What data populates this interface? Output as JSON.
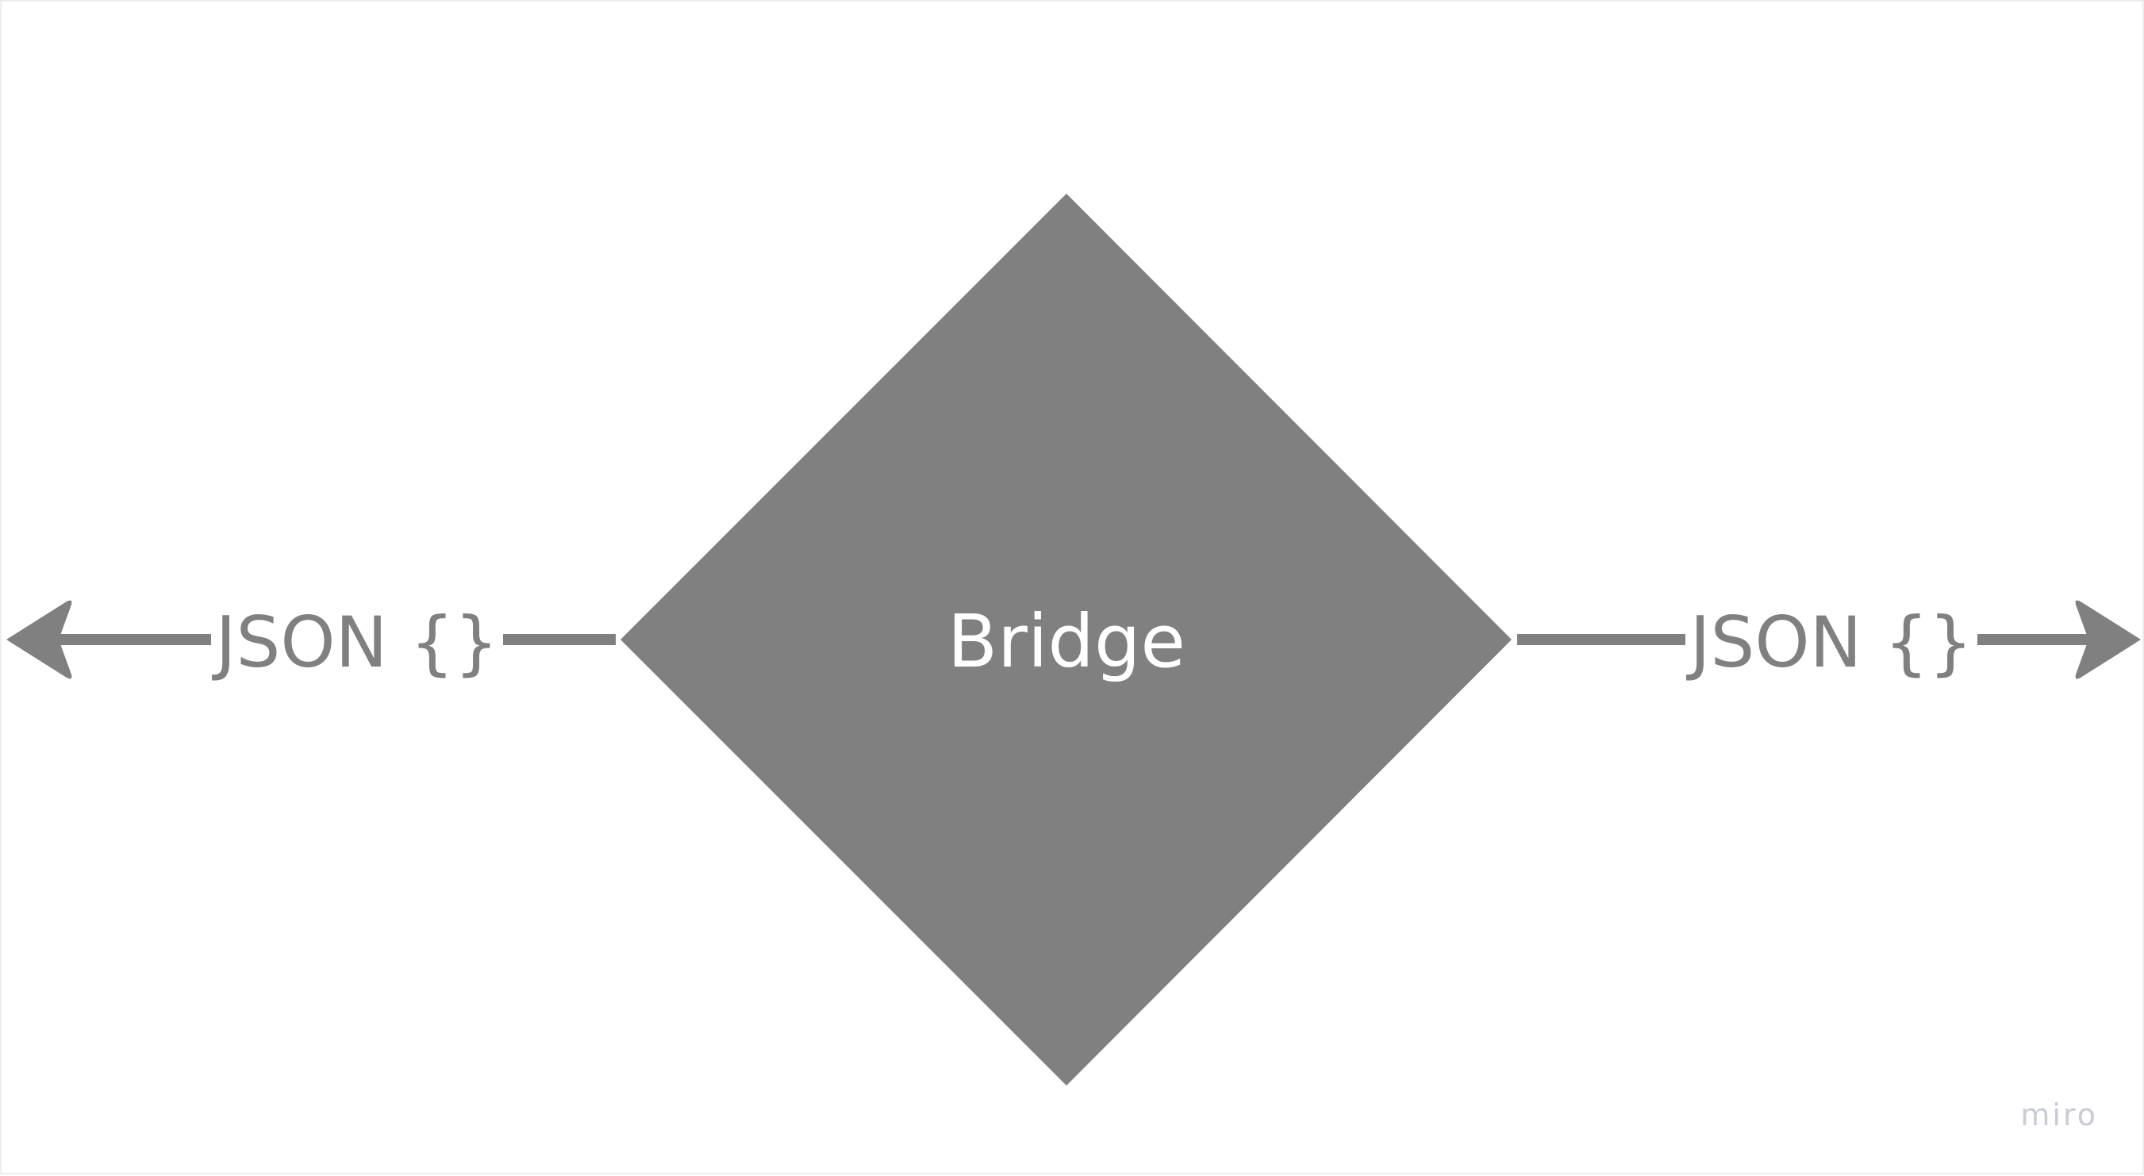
{
  "diagram": {
    "center_node": {
      "label": "Bridge",
      "shape": "diamond",
      "fill": "#808080",
      "text_color": "#ffffff"
    },
    "edges": [
      {
        "label": "JSON {}",
        "direction": "left",
        "arrowhead": "open-triangle"
      },
      {
        "label": "JSON {}",
        "direction": "right",
        "arrowhead": "open-triangle"
      }
    ],
    "edge_color": "#808080"
  },
  "watermark": {
    "text": "miro",
    "color": "#c9cbd6"
  }
}
